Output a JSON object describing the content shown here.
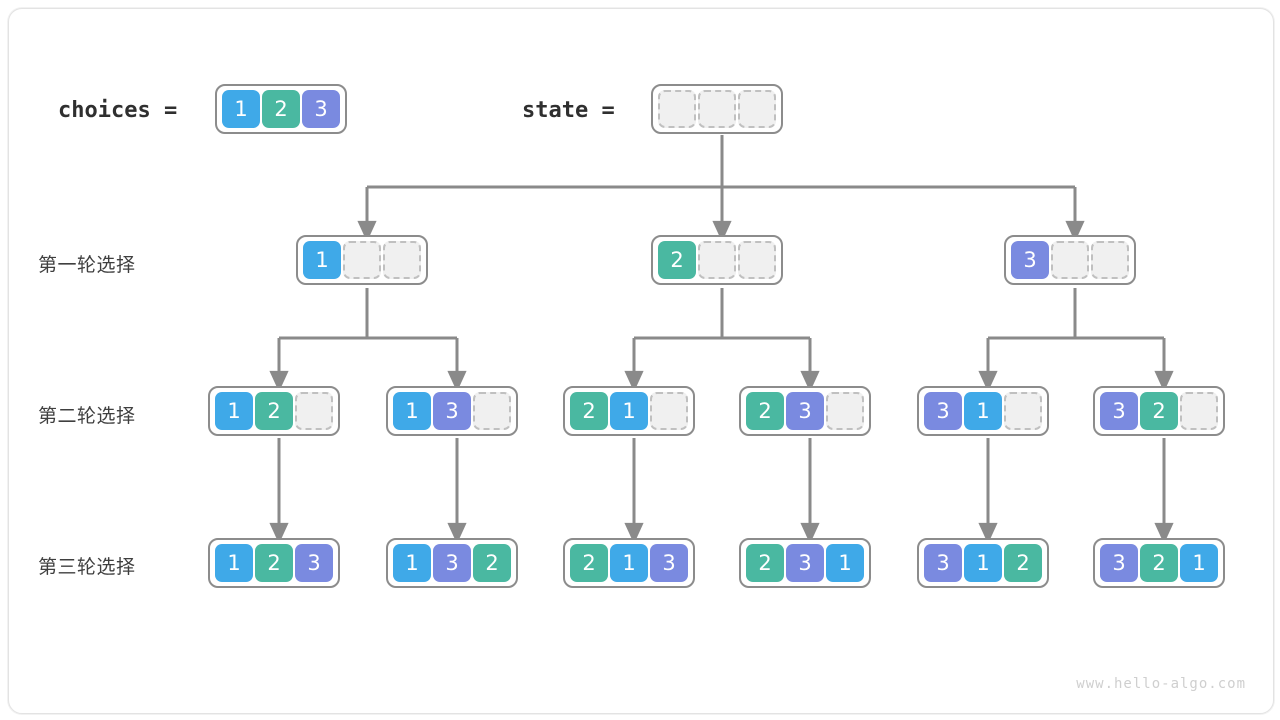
{
  "title": "permutations-backtracking-tree",
  "colors": {
    "value1": "#3fa9e8",
    "value2": "#4ab8a1",
    "value3": "#7a8ae0",
    "empty_fill": "#f0f0f0",
    "empty_border": "#c0c0c0",
    "box_border": "#8c8c8c",
    "connector": "#8a8a8a",
    "label_text": "#3f3f3f",
    "canvas_border": "#e3e3e3",
    "watermark": "#cfcfcf"
  },
  "header": {
    "choices_label": "choices =",
    "choices_values": [
      1,
      2,
      3
    ],
    "state_label": "state =",
    "state_values": [
      null,
      null,
      null
    ]
  },
  "row_labels": [
    "第一轮选择",
    "第二轮选择",
    "第三轮选择"
  ],
  "rows": {
    "round1": [
      {
        "values": [
          1,
          null,
          null
        ]
      },
      {
        "values": [
          2,
          null,
          null
        ]
      },
      {
        "values": [
          3,
          null,
          null
        ]
      }
    ],
    "round2": [
      {
        "values": [
          1,
          2,
          null
        ]
      },
      {
        "values": [
          1,
          3,
          null
        ]
      },
      {
        "values": [
          2,
          1,
          null
        ]
      },
      {
        "values": [
          2,
          3,
          null
        ]
      },
      {
        "values": [
          3,
          1,
          null
        ]
      },
      {
        "values": [
          3,
          2,
          null
        ]
      }
    ],
    "round3": [
      {
        "values": [
          1,
          2,
          3
        ]
      },
      {
        "values": [
          1,
          3,
          2
        ]
      },
      {
        "values": [
          2,
          1,
          3
        ]
      },
      {
        "values": [
          2,
          3,
          1
        ]
      },
      {
        "values": [
          3,
          1,
          2
        ]
      },
      {
        "values": [
          3,
          2,
          1
        ]
      }
    ]
  },
  "watermark": "www.hello-algo.com"
}
